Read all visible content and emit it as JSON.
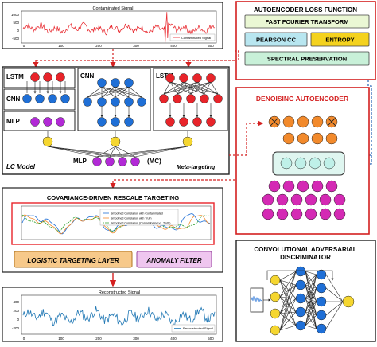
{
  "top_signal": {
    "title": "Contaminated Signal",
    "legend": "Contaminated Signal",
    "y_ticks": [
      "1000",
      "500",
      "0",
      "-500"
    ],
    "x_ticks": [
      "0",
      "100",
      "200",
      "300",
      "400",
      "500"
    ]
  },
  "lc_model": {
    "lstm_left": "LSTM",
    "cnn_left": "CNN",
    "mlp_left": "MLP",
    "cnn_mid": "CNN",
    "lstm_right": "LSTM",
    "label": "LC Model",
    "mlp_bottom": "MLP",
    "mc": "(MC)",
    "meta": "Meta-targeting"
  },
  "rescale": {
    "title": "COVARIANCE-DRIVEN RESCALE TARGETING",
    "legend": [
      "Smoothed Correlation with Contaminated",
      "Smoothed Correlation with Truth",
      "Smoothed Correlation (Contaminated vs. Truth)"
    ],
    "logistic": "LOGISTIC TARGETING LAYER",
    "anomaly": "ANOMALY FILTER"
  },
  "bottom_signal": {
    "title": "Reconstructed Signal",
    "legend": "Reconstructed Signal",
    "y_ticks": [
      "400",
      "200",
      "0",
      "-200"
    ],
    "x_ticks": [
      "0",
      "100",
      "200",
      "300",
      "400",
      "500"
    ]
  },
  "loss": {
    "title": "AUTOENCODER LOSS FUNCTION",
    "fft": "FAST FOURIER TRANSFORM",
    "pearson": "PEARSON CC",
    "entropy": "ENTROPY",
    "spectral": "SPECTRAL PRESERVATION"
  },
  "denoise": {
    "title": "DENOISING AUTOENCODER"
  },
  "disc": {
    "title_line1": "CONVOLUTIONAL ADVERSARIAL",
    "title_line2": "DISCRIMINATOR"
  },
  "colors": {
    "red_node": "#e8242a",
    "blue_node": "#1f6fd6",
    "purple_node": "#b22ad6",
    "yellow_node": "#f5d630",
    "orange_node": "#f28a2c",
    "magenta_node": "#d42ab4",
    "cyan_node": "#bff0e8",
    "dashed_red": "#d42020",
    "dashed_blue": "#1f5fb4",
    "fft_box": "#eaf7d4",
    "pearson_box": "#b8e6f0",
    "entropy_box": "#f4d21e",
    "spectral_box": "#c8f0d8",
    "logistic_box": "#f7c98a",
    "anomaly_box": "#efc6ef"
  }
}
